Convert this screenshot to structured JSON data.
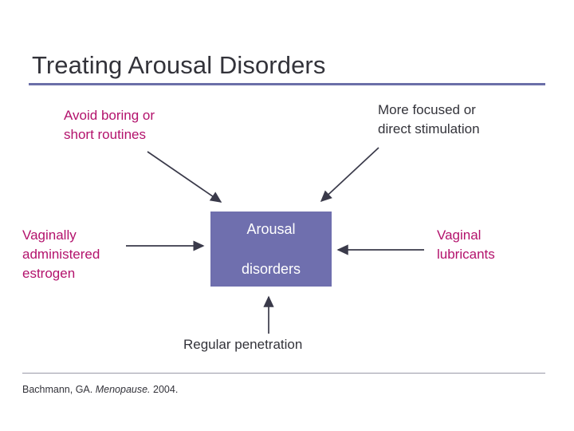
{
  "slide": {
    "title": "Treating Arousal Disorders",
    "center_node": "Arousal\ndisorders",
    "center_node_line1": "Arousal",
    "center_node_line2": "disorders",
    "labels": {
      "avoid_line1": "Avoid boring or",
      "avoid_line2": "short routines",
      "more_focused_line1": "More focused or",
      "more_focused_line2": "direct stimulation",
      "vaginally_line1": "Vaginally",
      "vaginally_line2": "administered",
      "vaginally_line3": "estrogen",
      "vaginal_lub_line1": "Vaginal",
      "vaginal_lub_line2": "lubricants",
      "regular_penetration": "Regular penetration"
    },
    "citation": {
      "author": "Bachmann, GA.",
      "journal": "Menopause.",
      "year": "2004."
    },
    "colors": {
      "accent_rule": "#6b6fa8",
      "center_box": "#6f6fae",
      "magenta_text": "#b3126c",
      "dark_text": "#33333a",
      "arrow": "#3a3a4a"
    }
  }
}
